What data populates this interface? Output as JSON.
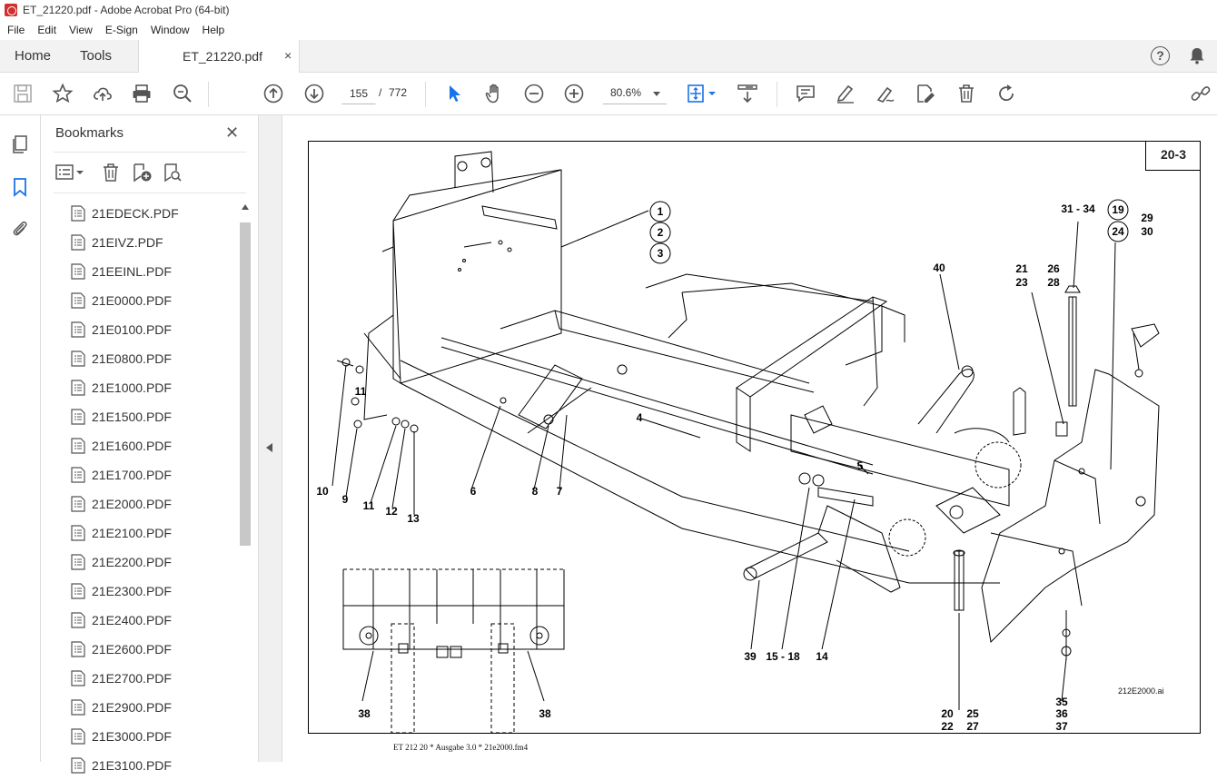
{
  "window": {
    "title": "ET_21220.pdf - Adobe Acrobat Pro (64-bit)"
  },
  "menu": [
    "File",
    "Edit",
    "View",
    "E-Sign",
    "Window",
    "Help"
  ],
  "tabs": {
    "home": "Home",
    "tools": "Tools",
    "document": "ET_21220.pdf",
    "close": "×"
  },
  "toolbar": {
    "page_current": "155",
    "page_separator": "/",
    "page_total": "772",
    "zoom": "80.6%"
  },
  "bookmarks": {
    "title": "Bookmarks",
    "close": "✕",
    "items": [
      "21EDECK.PDF",
      "21EIVZ.PDF",
      "21EEINL.PDF",
      "21E0000.PDF",
      "21E0100.PDF",
      "21E0800.PDF",
      "21E1000.PDF",
      "21E1500.PDF",
      "21E1600.PDF",
      "21E1700.PDF",
      "21E2000.PDF",
      "21E2100.PDF",
      "21E2200.PDF",
      "21E2300.PDF",
      "21E2400.PDF",
      "21E2600.PDF",
      "21E2700.PDF",
      "21E2900.PDF",
      "21E3000.PDF",
      "21E3100.PDF"
    ]
  },
  "document": {
    "page_label": "20-3",
    "file_ref": "212E2000.ai",
    "footer": "ET 212 20 * Ausgabe 3.0 * 21e2000.fm4",
    "callouts": {
      "c1": "1",
      "c2": "2",
      "c3": "3",
      "c4": "4",
      "c5": "5",
      "c6": "6",
      "c7": "7",
      "c8": "8",
      "c9": "9",
      "c10": "10",
      "c11a": "11",
      "c11b": "11",
      "c12": "12",
      "c13": "13",
      "c14": "14",
      "c15_18": "15 - 18",
      "c19": "19",
      "c24": "24",
      "c20": "20",
      "c22": "22",
      "c25": "25",
      "c27": "27",
      "c21": "21",
      "c23": "23",
      "c26": "26",
      "c28": "28",
      "c29": "29",
      "c30": "30",
      "c31_34": "31 - 34",
      "c35": "35",
      "c36": "36",
      "c37": "37",
      "c38a": "38",
      "c38b": "38",
      "c39": "39",
      "c40": "40"
    }
  }
}
